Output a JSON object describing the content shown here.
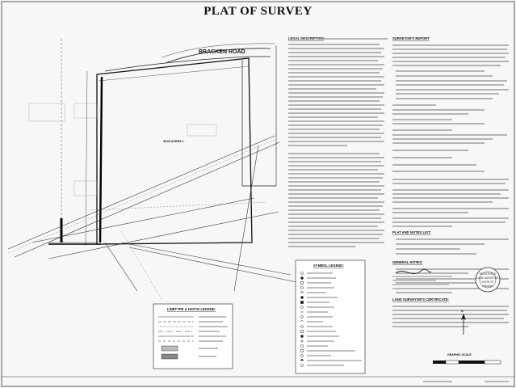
{
  "title": "PLAT OF SURVEY",
  "road_label": "BRACKEN ROAD",
  "parcel_area": "38.65 ACRES ±",
  "sections": {
    "legal_description": "LEGAL DESCRIPTION",
    "surveyors_report": "SURVEYOR'S REPORT",
    "symbol_legend": "SYMBOL LEGEND:",
    "linetype_legend": "LINETYPE & HATCH LEGEND:",
    "general_notes": "GENERAL NOTES:",
    "land_surveyor_certificate": "LAND SURVEYOR'S CERTIFICATE:",
    "plat_and_notes": "PLAT AND NOTES LIST:"
  },
  "graphic_scale": "GRAPHIC SCALE",
  "seal_lines": [
    "REGISTERED",
    "LAND SURVEYOR",
    "STATE OF",
    "INDIANA"
  ],
  "colors": {
    "ink": "#111111",
    "paper": "#f7f7f7"
  }
}
